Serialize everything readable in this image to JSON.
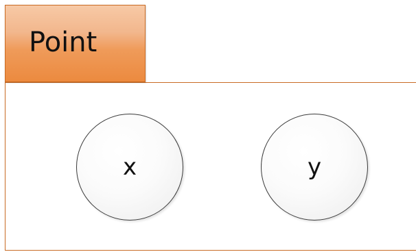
{
  "class_box": {
    "title": "Point",
    "colors": {
      "tab_fill": "#ef9b5a",
      "border": "#c86a23"
    },
    "fields": [
      {
        "label": "x"
      },
      {
        "label": "y"
      }
    ]
  }
}
